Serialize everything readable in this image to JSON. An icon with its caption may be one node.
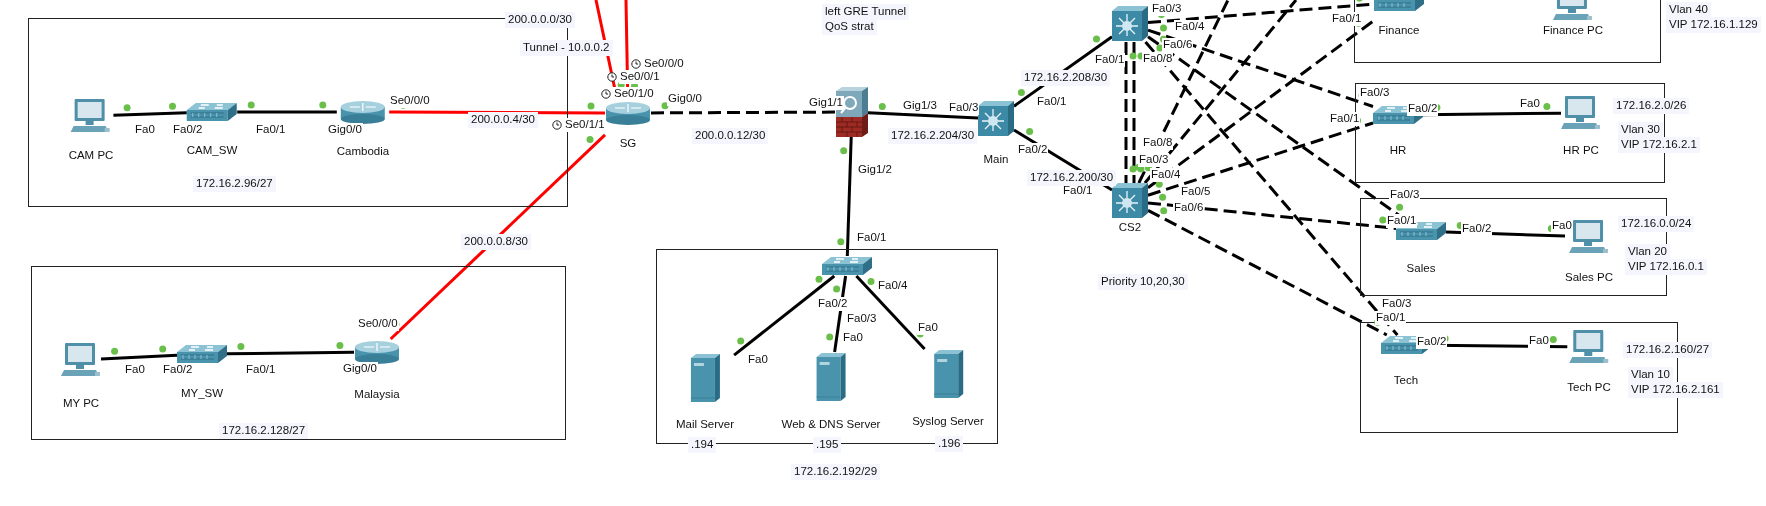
{
  "diagram": {
    "nodes": [
      {
        "text": [
          "172.16.2.96/27"
        ]
      },
      {
        "text": [
          "CAM PC"
        ],
        "in": 0
      },
      {
        "text": [
          "CAM_SW"
        ],
        "in": 0
      },
      {
        "text": [
          "Cambodia"
        ],
        "in": 0
      },
      {
        "text": [
          "172.16.2.128/27"
        ]
      },
      {
        "text": [
          "MY PC"
        ],
        "in": 4
      },
      {
        "text": [
          "MY_SW"
        ],
        "in": 4
      },
      {
        "text": [
          "Malaysia"
        ],
        "in": 4
      },
      {
        "text": [
          "SG"
        ]
      },
      {
        "text": [],
        "shape": "picture"
      },
      {
        "text": [
          "Main"
        ]
      },
      {
        "text": [],
        "shape": "picture"
      },
      {
        "text": [
          "CS2"
        ]
      },
      {
        "text": [],
        "shape": "box"
      },
      {
        "text": [],
        "shape": "picture",
        "in": 13
      },
      {
        "text": [
          "Mail Server"
        ],
        "in": 13
      },
      {
        "text": [
          "Web & DNS Server"
        ],
        "in": 13
      },
      {
        "text": [
          "Syslog Server"
        ],
        "in": 13
      },
      {
        "text": [],
        "shape": "box"
      },
      {
        "text": [
          "Finance"
        ],
        "in": 18
      },
      {
        "text": [
          "Finance PC"
        ],
        "in": 18
      },
      {
        "text": [],
        "shape": "box"
      },
      {
        "text": [
          "HR"
        ],
        "in": 21
      },
      {
        "text": [
          "HR PC"
        ],
        "in": 21
      },
      {
        "text": [],
        "shape": "box"
      },
      {
        "text": [
          "Sales"
        ],
        "in": 24
      },
      {
        "text": [
          "Sales PC"
        ],
        "in": 24
      },
      {
        "text": [],
        "shape": "box"
      },
      {
        "text": [
          "Tech"
        ],
        "in": 27
      },
      {
        "text": [
          "Tech PC"
        ],
        "in": 27
      }
    ],
    "edges": [
      {
        "from": 1,
        "to": 2,
        "arrow": "none"
      },
      {
        "from": 2,
        "to": 3,
        "arrow": "none"
      },
      {
        "from": 3,
        "to": 8,
        "arrow": "none",
        "label": "200.0.0.4/30",
        "color": "#ff0000"
      },
      {
        "from": 7,
        "to": 8,
        "arrow": "none",
        "label": "200.0.0.8/30",
        "color": "#ff0000"
      },
      {
        "from": 5,
        "to": 6,
        "arrow": "none"
      },
      {
        "from": 6,
        "to": 7,
        "arrow": "none"
      },
      {
        "from": null,
        "to": 8,
        "arrow": "none",
        "color": "#ff0000"
      },
      {
        "from": null,
        "to": 8,
        "arrow": "none",
        "color": "#ff0000"
      },
      {
        "from": 8,
        "to": 9,
        "arrow": "none",
        "label": "200.0.0.12/30",
        "style": "dashed"
      },
      {
        "from": 9,
        "to": 10,
        "arrow": "none",
        "label": "172.16.2.204/30"
      },
      {
        "from": 9,
        "to": 14,
        "arrow": "none"
      },
      {
        "from": 14,
        "to": 15,
        "arrow": "none"
      },
      {
        "from": 14,
        "to": 16,
        "arrow": "none"
      },
      {
        "from": 14,
        "to": 17,
        "arrow": "none"
      },
      {
        "from": 10,
        "to": 11,
        "arrow": "none",
        "label": "172.16.2.208/30"
      },
      {
        "from": 10,
        "to": 12,
        "arrow": "none",
        "label": "172.16.2.200/30"
      },
      {
        "from": 11,
        "to": 12,
        "arrow": "none",
        "style": "dashed"
      },
      {
        "from": 11,
        "to": 12,
        "arrow": "none",
        "style": "dashed"
      },
      {
        "from": 11,
        "to": 19,
        "arrow": "none",
        "style": "dashed"
      },
      {
        "from": 11,
        "to": 22,
        "arrow": "none",
        "style": "dashed"
      },
      {
        "from": 11,
        "to": 25,
        "arrow": "none",
        "style": "dashed"
      },
      {
        "from": 11,
        "to": 28,
        "arrow": "none",
        "style": "dashed"
      },
      {
        "from": 12,
        "to": 19,
        "arrow": "none",
        "style": "dashed"
      },
      {
        "from": 12,
        "to": null,
        "arrow": "none",
        "style": "dashed"
      },
      {
        "from": 12,
        "to": null,
        "arrow": "none",
        "style": "dashed"
      },
      {
        "from": 12,
        "to": 22,
        "arrow": "none",
        "style": "dashed"
      },
      {
        "from": 12,
        "to": 25,
        "arrow": "none",
        "style": "dashed"
      },
      {
        "from": 12,
        "to": 28,
        "arrow": "none",
        "style": "dashed"
      },
      {
        "from": 22,
        "to": 23,
        "arrow": "none"
      },
      {
        "from": 25,
        "to": 26,
        "arrow": "none"
      },
      {
        "from": 28,
        "to": 29,
        "arrow": "none"
      }
    ],
    "labels": [
      "200.0.0.0/30",
      "Tunnel - 10.0.0.2",
      "left GRE Tunnel",
      "QoS strat",
      "Se0/0/0",
      "Se0/0/1",
      "Se0/1/0",
      "Se0/1/1",
      "Fa0",
      "Fa0/2",
      "Fa0/1",
      "Gig0/0",
      "Se0/0/0",
      "Gig0/0",
      "Gig1/1",
      "Gig1/3",
      "Fa0/3",
      "Gig1/2",
      "Fa0/1",
      "Fa0/4",
      "Fa0/2",
      "Fa0/3",
      "Fa0",
      "Fa0",
      "Fa0",
      ".194",
      ".195",
      ".196",
      "172.16.2.192/29",
      "Se0/0/0",
      "Fa0",
      "Fa0/2",
      "Fa0/1",
      "Gig0/0",
      "Fa0/1",
      "Fa0/1",
      "Fa0/2",
      "Fa0/1",
      "Fa0/3",
      "Fa0/4",
      "Fa0/6",
      "Fa0/8",
      "Fa0/8",
      "Fa0/3",
      "Fa0/4",
      "Fa0/5",
      "Fa0/6",
      "Priority 10,20,30",
      "Fa0/1",
      "Vlan 40",
      "VIP 172.16.1.129",
      "Fa0/3",
      "Fa0/1",
      "Fa0/2",
      "Fa0",
      "172.16.2.0/26",
      "Vlan 30",
      "VIP 172.16.2.1",
      "Fa0/3",
      "Fa0/1",
      "Fa0/2",
      "Fa0",
      "172.16.0.0/24",
      "Vlan 20",
      "VIP 172.16.0.1",
      "Fa0/3",
      "Fa0/1",
      "Fa0/2",
      "Fa0",
      "172.16.2.160/27",
      "Vlan 10",
      "VIP 172.16.2.161"
    ]
  }
}
